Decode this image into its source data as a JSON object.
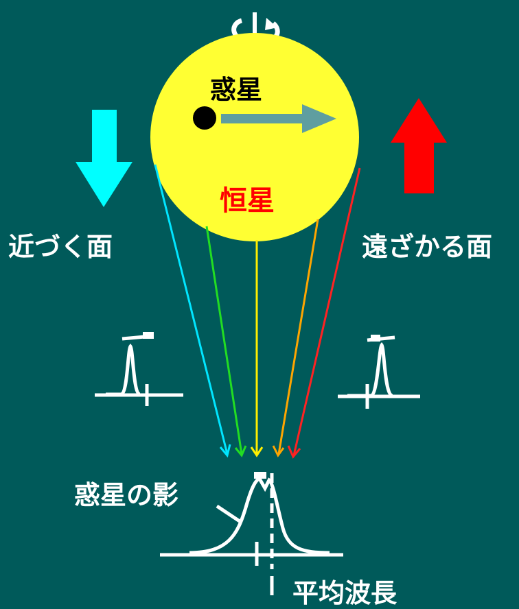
{
  "labels": {
    "planet": "惑星",
    "star": "恒星",
    "approaching_side": "近づく面",
    "receding_side": "遠ざかる面",
    "planet_shadow": "惑星の影",
    "mean_wavelength": "平均波長"
  },
  "colors": {
    "background": "#005a5a",
    "star": "#ffff33",
    "planet": "#000000",
    "planet_motion_arrow": "#5f9ea0",
    "approaching_arrow": "#00ffff",
    "receding_arrow": "#ff0000",
    "label_white": "#ffffff",
    "label_star": "#ff0000",
    "label_planet": "#000000",
    "light_rays": [
      "#00e5ff",
      "#22dd22",
      "#ffee00",
      "#ffa500",
      "#ff2222"
    ]
  },
  "icons": {
    "rotation": "rotation-arrow-icon",
    "approaching": "down-arrow-icon",
    "receding": "up-arrow-icon"
  }
}
